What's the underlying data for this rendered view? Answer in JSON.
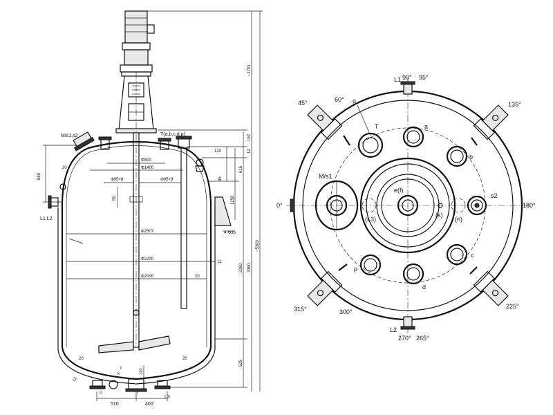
{
  "side_view": {
    "nozzle_top_left": "M/s1,s2",
    "nozzle_top_right": "T(a,b,c,d,p)",
    "bottom_left_nozzle": "L1,L2",
    "bottom_labels": {
      "n": "n",
      "f": "f",
      "k": "k",
      "L3": "L3",
      "detail": "I"
    },
    "jacket_note": "",
    "dims": {
      "d800": "Φ800",
      "d1400": "Φ1400",
      "d95x8_left": "Φ95×8",
      "d95x8_right": "Φ95×8",
      "d2507": "Φ2507",
      "d2200": "Φ2200",
      "d2000": "Φ2000",
      "d4_36": "4-Φ36",
      "v850": "850",
      "v20_tl": "20",
      "v20_bl": "20",
      "v20_br": "20",
      "v12_bl": "12",
      "v120": "120",
      "v45": "45",
      "v50": "50",
      "v615": "615",
      "v1250": "1250",
      "v12_r": "12",
      "v20_mid": "20",
      "v2260": "2260",
      "v3390": "3390",
      "v5300": "~5300",
      "v1701": "~1701",
      "v192": "192",
      "v12_top": "12",
      "v525": "525",
      "v110": "110",
      "v510": "510",
      "v400": "400"
    }
  },
  "top_view": {
    "angles": {
      "a0": "0°",
      "a45": "45°",
      "a60": "60°",
      "a90": "90°",
      "a95": "95°",
      "a135": "135°",
      "a180": "180°",
      "a225": "225°",
      "a265": "265°",
      "a270": "270°",
      "a300": "300°",
      "a315": "315°"
    },
    "nozzles": {
      "L1": "L1",
      "L2": "L2",
      "g": "g",
      "T": "T",
      "a": "a",
      "b": "b",
      "c": "c",
      "d": "d",
      "p": "p",
      "Ms1": "M/s1",
      "s2": "s2",
      "ef": "e(f)",
      "L3": "(L3)",
      "k": "(k)",
      "n": "(n)"
    }
  }
}
